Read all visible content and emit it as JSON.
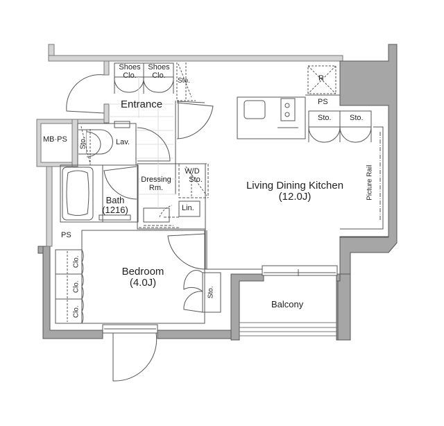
{
  "plan": {
    "colors": {
      "outer_wall": "#a6a6a6",
      "inner_wall": "#d4d4d4",
      "line": "#555555",
      "background": "#ffffff"
    },
    "rooms": {
      "entrance": "Entrance",
      "mbps": "MB·PS",
      "lav": "Lav.",
      "lav_sto": "Sto.",
      "shoes_clo_1": [
        "Shoes",
        "Clo."
      ],
      "shoes_clo_2": [
        "Shoes",
        "Clo."
      ],
      "entrance_sto": "Sto.",
      "dressing": [
        "Dressing",
        "Rm."
      ],
      "wd_sto": [
        "W/D",
        "Sto."
      ],
      "lin": "Lin.",
      "bath": [
        "Bath",
        "(1216)"
      ],
      "ps_left": "PS",
      "ps_kitchen": "PS",
      "refrigerator": "R",
      "kitchen_sto_1": "Sto.",
      "kitchen_sto_2": "Sto.",
      "ldk": [
        "Living Dining Kitchen",
        "(12.0J)"
      ],
      "picture_rail": "Picture Rail",
      "bedroom": [
        "Bedroom",
        "(4.0J)"
      ],
      "bedroom_clo_1": "Clo.",
      "bedroom_clo_2": "Clo.",
      "bedroom_clo_3": "Clo.",
      "bedroom_sto": "Sto.",
      "balcony": "Balcony"
    }
  }
}
